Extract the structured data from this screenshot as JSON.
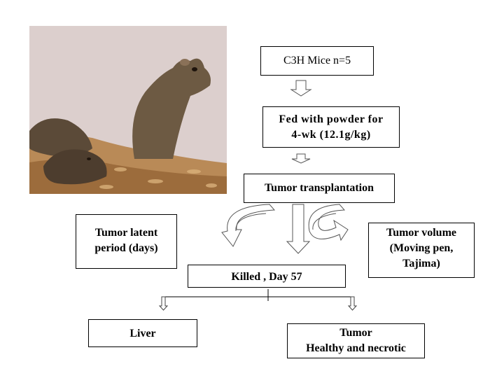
{
  "boxes": {
    "mice": "C3H Mice n=5",
    "fed": "Fed with powder for\n 4-wk (12.1g/kg)",
    "transplant": "Tumor transplantation",
    "latent": "Tumor latent\nperiod (days)",
    "volume": "Tumor volume\n(Moving pen,\nTajima)",
    "killed": "Killed , Day 57",
    "liver": "Liver",
    "tumor": "Tumor\nHealthy and necrotic"
  },
  "colors": {
    "photo_background": "#dccfcd",
    "bedding": "#b98a57",
    "mouse": "#6d5a43"
  }
}
